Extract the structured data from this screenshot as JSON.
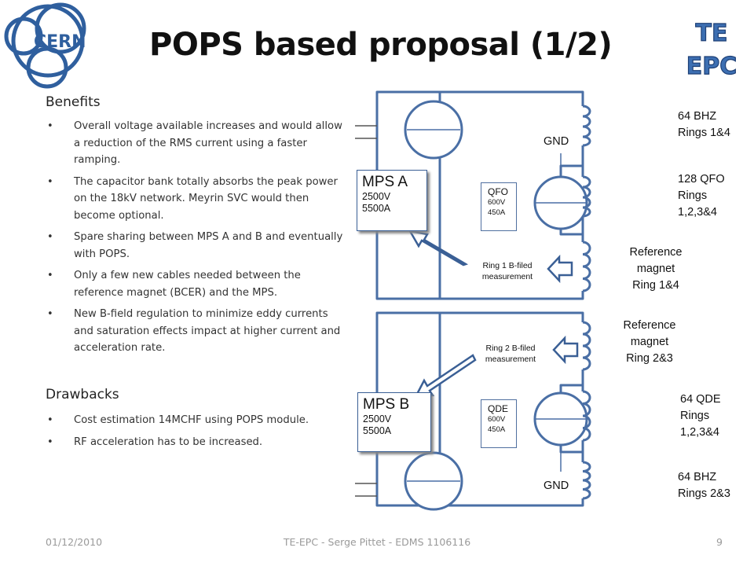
{
  "slide": {
    "title": "POPS based proposal (1/2)",
    "logo_text": "CERN",
    "badge": {
      "line1": "TE",
      "line2": "EPC"
    }
  },
  "benefits": {
    "heading": "Benefits",
    "items": [
      "Overall voltage available increases and would allow a reduction of the RMS current using a faster ramping.",
      "The capacitor bank totally absorbs the peak power on the 18kV network. Meyrin SVC would then become optional.",
      "Spare sharing between MPS A and B and eventually with POPS.",
      "Only a few new cables needed between the reference magnet (BCER) and the MPS.",
      "New B-field regulation to minimize eddy currents and saturation effects impact at higher current and acceleration rate."
    ]
  },
  "drawbacks": {
    "heading": "Drawbacks",
    "items": [
      "Cost estimation 14MCHF using POPS module.",
      "RF acceleration has to be increased."
    ]
  },
  "diagram": {
    "top": {
      "gnd": "GND",
      "bhz": [
        "64 BHZ",
        "Rings 1&4"
      ],
      "qfo_label": [
        "128 QFO",
        "Rings",
        "1,2,3&4"
      ],
      "ref": [
        "Reference",
        "magnet",
        "Ring 1&4"
      ],
      "mps": {
        "name": "MPS A",
        "voltage": "2500V",
        "current": "5500A"
      },
      "supply": {
        "name": "QFO",
        "voltage": "600V",
        "current": "450A"
      },
      "meas": [
        "Ring 1 B-filed",
        "measurement"
      ]
    },
    "bottom": {
      "gnd": "GND",
      "ref": [
        "Reference",
        "magnet",
        "Ring 2&3"
      ],
      "qde_label": [
        "64 QDE",
        "Rings",
        "1,2,3&4"
      ],
      "bhz": [
        "64 BHZ",
        "Rings 2&3"
      ],
      "mps": {
        "name": "MPS B",
        "voltage": "2500V",
        "current": "5500A"
      },
      "supply": {
        "name": "QDE",
        "voltage": "600V",
        "current": "450A"
      },
      "meas": [
        "Ring 2 B-filed",
        "measurement"
      ]
    },
    "colors": {
      "wire": "#4a6fa5",
      "arrow_fill": "#ffffff"
    }
  },
  "footer": {
    "date": "01/12/2010",
    "center": "TE-EPC - Serge Pittet - EDMS 1106116",
    "page": "9"
  }
}
